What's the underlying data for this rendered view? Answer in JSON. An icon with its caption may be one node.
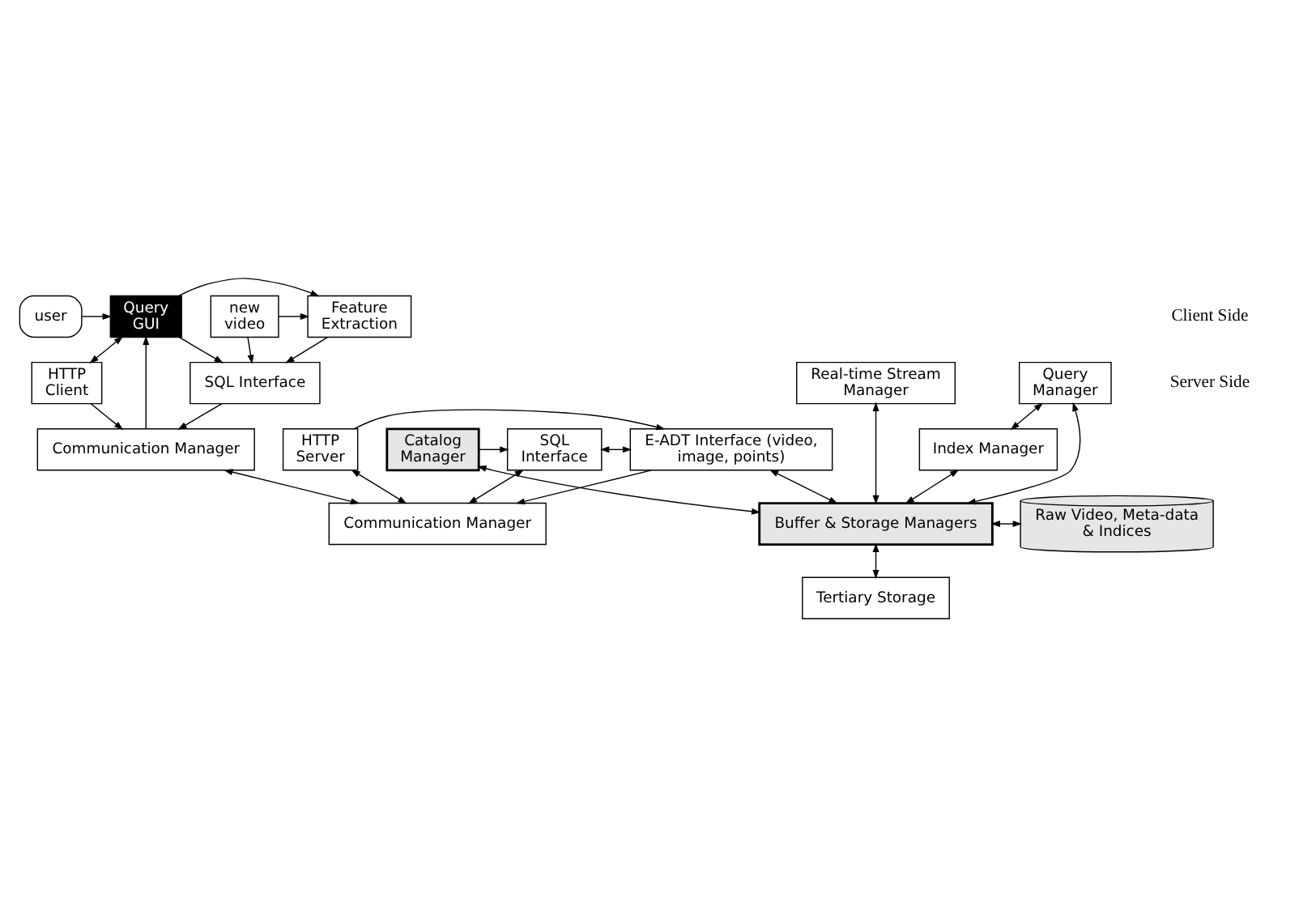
{
  "diagram": {
    "nodes": [
      {
        "text": [
          "new video"
        ]
      },
      {
        "text": [
          "Feature Extraction"
        ]
      },
      {
        "text": [
          "Query GUI"
        ]
      },
      {
        "text": [
          "user"
        ]
      },
      {
        "text": [
          "SQL Interface"
        ]
      },
      {
        "text": [
          "HTTP Client"
        ]
      },
      {
        "text": [
          "Communication Manager"
        ]
      },
      {
        "text": [
          "Communication Manager"
        ]
      },
      {
        "text": [
          "Catalog Manager"
        ]
      },
      {
        "text": [
          "SQL Interface"
        ]
      },
      {
        "text": [
          "Query Manager"
        ]
      },
      {
        "text": [
          "E-ADT Interface (video, image, points)"
        ]
      },
      {
        "text": [
          "HTTP Server"
        ]
      },
      {
        "text": [
          "Real-time Stream Manager"
        ]
      },
      {
        "text": [
          "Index Manager"
        ]
      },
      {
        "text": [
          "Buffer & Storage Managers"
        ]
      },
      {
        "text": [
          "Raw Video, Meta-data & Indices"
        ]
      },
      {
        "text": [
          "Tertiary Storage"
        ]
      }
    ],
    "edges": [
      {
        "from": 0,
        "to": 1,
        "arrow": "to"
      },
      {
        "from": 0,
        "to": 4,
        "arrow": "to"
      },
      {
        "from": 2,
        "to": 1,
        "arrow": "to"
      },
      {
        "from": 3,
        "to": 2,
        "arrow": "to"
      },
      {
        "from": 1,
        "to": 4,
        "arrow": "to"
      },
      {
        "from": 2,
        "to": 4,
        "arrow": "to"
      },
      {
        "from": 2,
        "to": 5,
        "arrow": "both"
      },
      {
        "from": 4,
        "to": 6,
        "arrow": "to"
      },
      {
        "from": 6,
        "to": 2,
        "arrow": "to"
      },
      {
        "from": 5,
        "to": 6,
        "arrow": "to"
      },
      {
        "from": 6,
        "to": 7,
        "arrow": "both"
      },
      {
        "from": 9,
        "to": 7,
        "arrow": "both"
      },
      {
        "from": 12,
        "to": 7,
        "arrow": "both"
      },
      {
        "from": 11,
        "to": 7,
        "arrow": "to"
      },
      {
        "from": 8,
        "to": 9,
        "arrow": "to"
      },
      {
        "from": 9,
        "to": 11,
        "arrow": "both"
      },
      {
        "from": 12,
        "to": 11,
        "arrow": "to"
      },
      {
        "from": 10,
        "to": 14,
        "arrow": "both"
      },
      {
        "from": 14,
        "to": 15,
        "arrow": "both"
      },
      {
        "from": 10,
        "to": 15,
        "arrow": "both"
      },
      {
        "from": 11,
        "to": 15,
        "arrow": "both"
      },
      {
        "from": 13,
        "to": 15,
        "arrow": "both"
      },
      {
        "from": 8,
        "to": 15,
        "arrow": "both"
      },
      {
        "from": 15,
        "to": 16,
        "arrow": "both"
      },
      {
        "from": 15,
        "to": 17,
        "arrow": "both"
      }
    ],
    "labels": [
      "Client Side",
      "Server Side"
    ]
  }
}
